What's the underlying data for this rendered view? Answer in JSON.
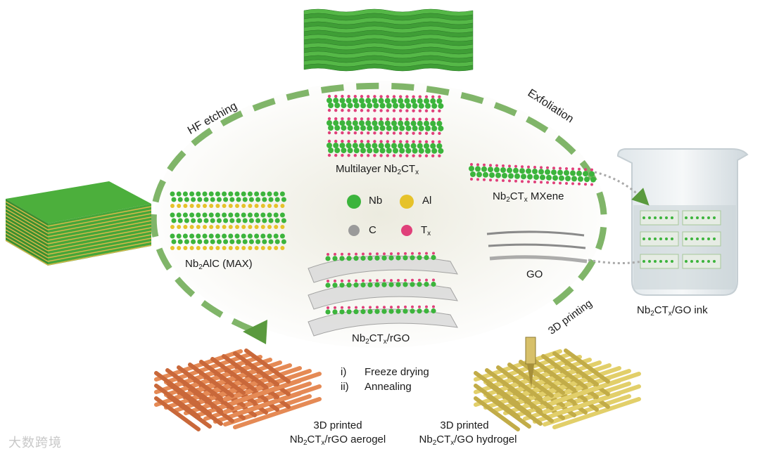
{
  "labels": {
    "hf_etching": "HF etching",
    "exfoliation": "Exfoliation",
    "multilayer": "Multilayer Nb2CTx",
    "mxene": "Nb2CTx MXene",
    "max": "Nb2AlC (MAX)",
    "go": "GO",
    "rgo": "Nb2CTx/rGO",
    "ink": "Nb2CTx/GO ink",
    "printing": "3D printing",
    "step1_num": "i)",
    "step1": "Freeze drying",
    "step2_num": "ii)",
    "step2": "Annealing",
    "aerogel_line1": "3D printed",
    "aerogel_line2": "Nb2CTx/rGO aerogel",
    "hydrogel_line1": "3D printed",
    "hydrogel_line2": "Nb2CTx/GO hydrogel"
  },
  "legend": [
    {
      "symbol": "Nb",
      "color": "#3cb43c",
      "icon": "nb-atom-icon"
    },
    {
      "symbol": "Al",
      "color": "#e6c22a",
      "icon": "al-atom-icon"
    },
    {
      "symbol": "C",
      "color": "#9a9a9a",
      "icon": "c-atom-icon"
    },
    {
      "symbol": "Tx",
      "color": "#e0407a",
      "icon": "tx-atom-icon"
    }
  ],
  "watermark": "大数跨境",
  "colors": {
    "arrow": "#6aa84f",
    "nb_green": "#3cb43c",
    "aerogel": "#e07a45",
    "hydrogel": "#d9c45a",
    "ellipse_fill": "#f2f1e8"
  }
}
